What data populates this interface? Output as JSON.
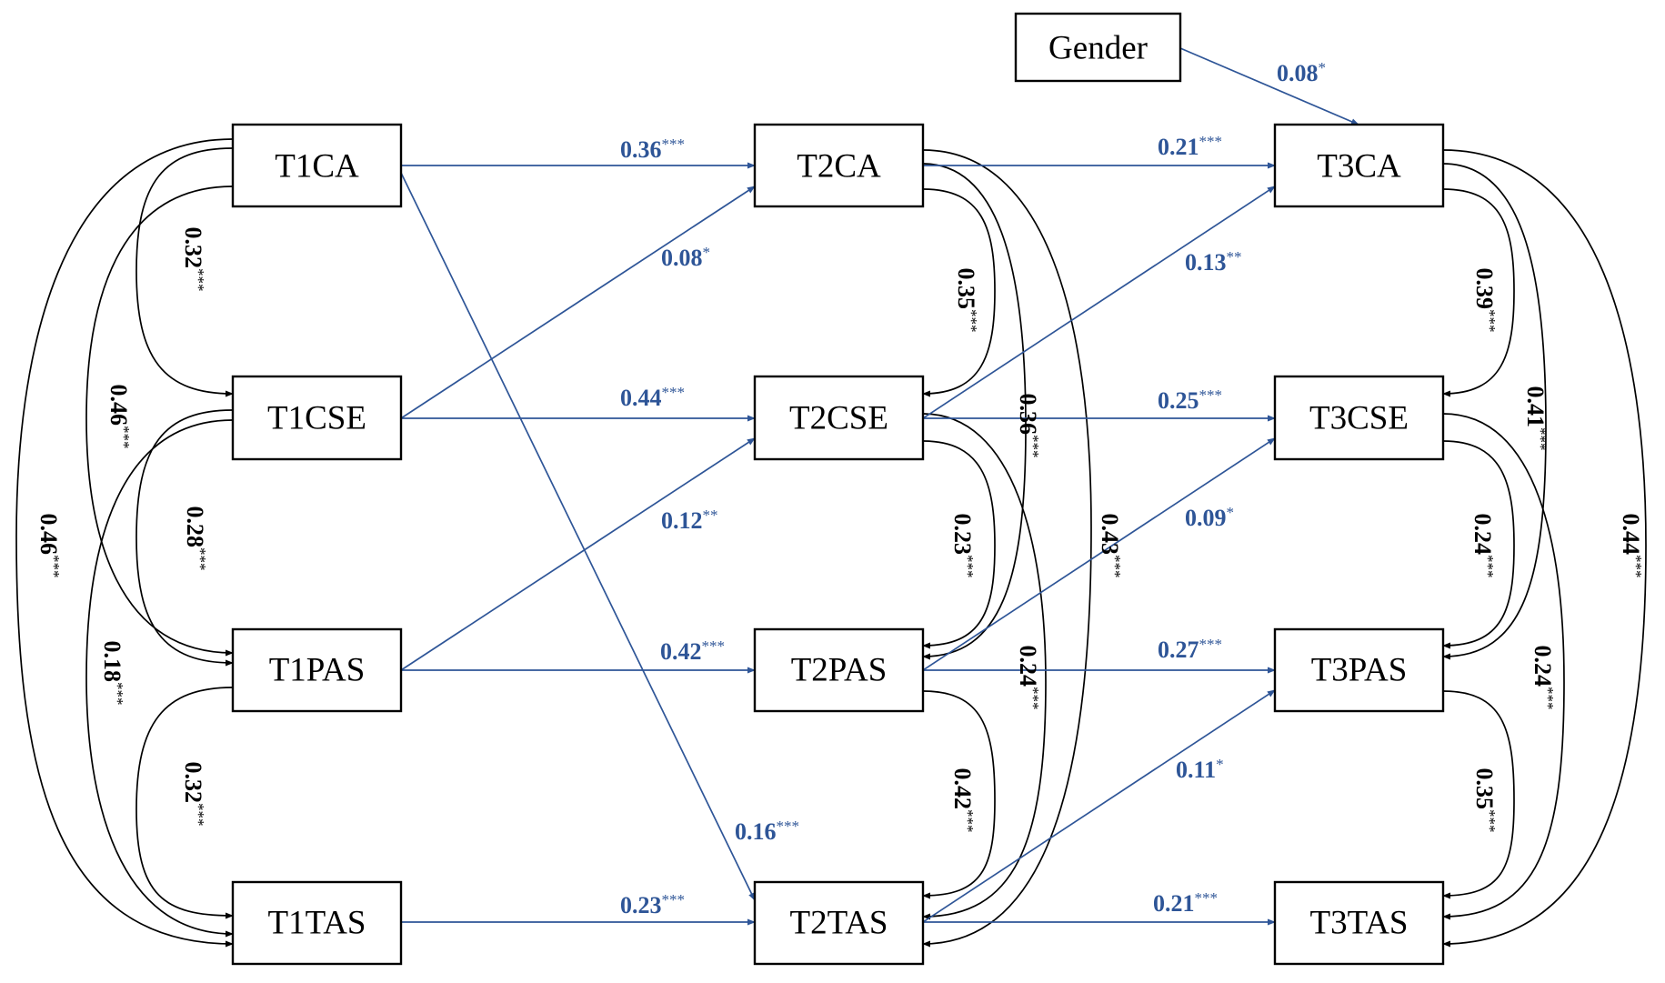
{
  "colors": {
    "regression": "#2e5597",
    "covariance": "#000000",
    "node_border": "#000000"
  },
  "nodes": {
    "gender": "Gender",
    "t1ca": "T1CA",
    "t1cse": "T1CSE",
    "t1pas": "T1PAS",
    "t1tas": "T1TAS",
    "t2ca": "T2CA",
    "t2cse": "T2CSE",
    "t2pas": "T2PAS",
    "t2tas": "T2TAS",
    "t3ca": "T3CA",
    "t3cse": "T3CSE",
    "t3pas": "T3PAS",
    "t3tas": "T3TAS"
  },
  "regression_paths": [
    {
      "from": "T1CA",
      "to": "T2CA",
      "coef": "0.36",
      "sig": "***"
    },
    {
      "from": "T1CA",
      "to": "T2TAS",
      "coef": "0.16",
      "sig": "***"
    },
    {
      "from": "T1CSE",
      "to": "T2CA",
      "coef": "0.08",
      "sig": "*"
    },
    {
      "from": "T1CSE",
      "to": "T2CSE",
      "coef": "0.44",
      "sig": "***"
    },
    {
      "from": "T1PAS",
      "to": "T2CSE",
      "coef": "0.12",
      "sig": "**"
    },
    {
      "from": "T1PAS",
      "to": "T2PAS",
      "coef": "0.42",
      "sig": "***"
    },
    {
      "from": "T1TAS",
      "to": "T2TAS",
      "coef": "0.23",
      "sig": "***"
    },
    {
      "from": "T2CA",
      "to": "T3CA",
      "coef": "0.21",
      "sig": "***"
    },
    {
      "from": "T2CSE",
      "to": "T3CA",
      "coef": "0.13",
      "sig": "**"
    },
    {
      "from": "T2CSE",
      "to": "T3CSE",
      "coef": "0.25",
      "sig": "***"
    },
    {
      "from": "T2PAS",
      "to": "T3CSE",
      "coef": "0.09",
      "sig": "*"
    },
    {
      "from": "T2PAS",
      "to": "T3PAS",
      "coef": "0.27",
      "sig": "***"
    },
    {
      "from": "T2TAS",
      "to": "T3PAS",
      "coef": "0.11",
      "sig": "*"
    },
    {
      "from": "T2TAS",
      "to": "T3TAS",
      "coef": "0.21",
      "sig": "***"
    },
    {
      "from": "Gender",
      "to": "T3CA",
      "coef": "0.08",
      "sig": "*"
    }
  ],
  "covariances": [
    {
      "a": "T1CA",
      "b": "T1CSE",
      "coef": "0.32",
      "sig": "***"
    },
    {
      "a": "T1CSE",
      "b": "T1PAS",
      "coef": "0.28",
      "sig": "***"
    },
    {
      "a": "T1PAS",
      "b": "T1TAS",
      "coef": "0.32",
      "sig": "***"
    },
    {
      "a": "T1CA",
      "b": "T1PAS",
      "coef": "0.46",
      "sig": "***"
    },
    {
      "a": "T1CSE",
      "b": "T1TAS",
      "coef": "0.18",
      "sig": "***"
    },
    {
      "a": "T1CA",
      "b": "T1TAS",
      "coef": "0.46",
      "sig": "***"
    },
    {
      "a": "T2CA",
      "b": "T2CSE",
      "coef": "0.35",
      "sig": "***"
    },
    {
      "a": "T2CSE",
      "b": "T2PAS",
      "coef": "0.23",
      "sig": "***"
    },
    {
      "a": "T2PAS",
      "b": "T2TAS",
      "coef": "0.42",
      "sig": "***"
    },
    {
      "a": "T2CA",
      "b": "T2PAS",
      "coef": "0.36",
      "sig": "***"
    },
    {
      "a": "T2CSE",
      "b": "T2TAS",
      "coef": "0.24",
      "sig": "***"
    },
    {
      "a": "T2CA",
      "b": "T2TAS",
      "coef": "0.43",
      "sig": "***"
    },
    {
      "a": "T3CA",
      "b": "T3CSE",
      "coef": "0.39",
      "sig": "***"
    },
    {
      "a": "T3CSE",
      "b": "T3PAS",
      "coef": "0.24",
      "sig": "***"
    },
    {
      "a": "T3PAS",
      "b": "T3TAS",
      "coef": "0.35",
      "sig": "***"
    },
    {
      "a": "T3CA",
      "b": "T3PAS",
      "coef": "0.41",
      "sig": "***"
    },
    {
      "a": "T3CSE",
      "b": "T3TAS",
      "coef": "0.24",
      "sig": "***"
    },
    {
      "a": "T3CA",
      "b": "T3TAS",
      "coef": "0.44",
      "sig": "***"
    }
  ]
}
